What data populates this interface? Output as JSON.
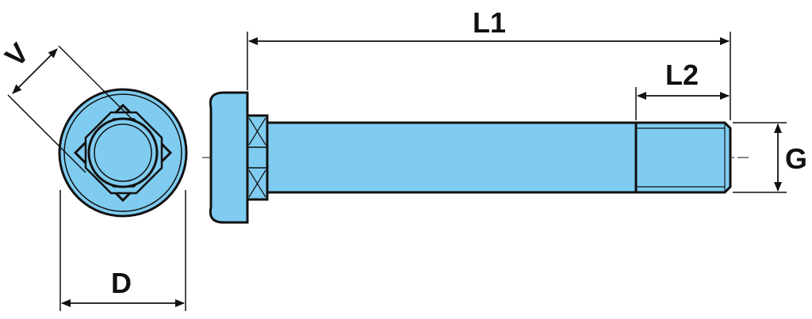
{
  "labels": {
    "l1": "L1",
    "l2": "L2",
    "g": "G",
    "d": "D",
    "v": "V"
  },
  "colors": {
    "part_fill": "#7fccf0",
    "outline": "#111111",
    "background": "#ffffff"
  }
}
